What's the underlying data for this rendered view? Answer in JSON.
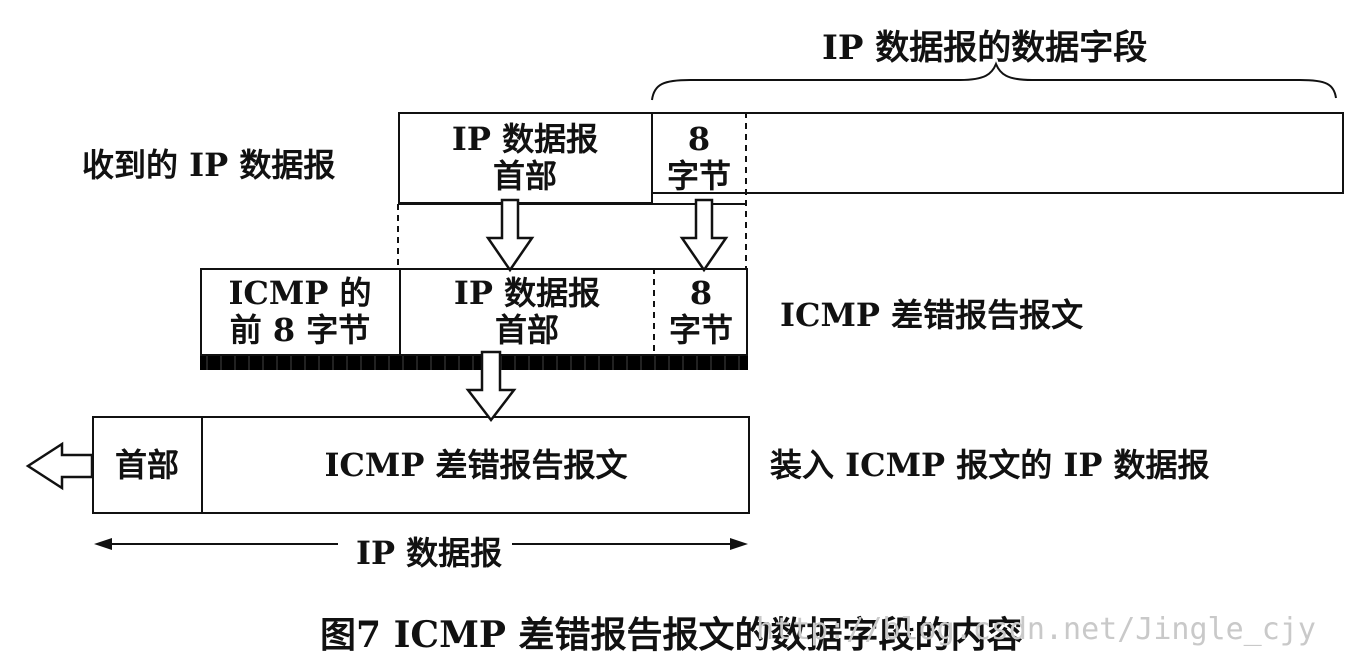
{
  "top_brace_label": "IP 数据报的数据字段",
  "row1": {
    "label": "收到的 IP 数据报",
    "header_line1": "IP 数据报",
    "header_line2": "首部",
    "eight_line1": "8",
    "eight_line2": "字节"
  },
  "row2": {
    "icmp_line1": "ICMP 的",
    "icmp_line2": "前 8 字节",
    "header_line1": "IP 数据报",
    "header_line2": "首部",
    "eight_line1": "8",
    "eight_line2": "字节",
    "label": "ICMP 差错报告报文"
  },
  "row3": {
    "header": "首部",
    "body": "ICMP 差错报告报文",
    "label": "装入 ICMP 报文的 IP 数据报"
  },
  "span_label": "IP 数据报",
  "caption": "图7  ICMP 差错报告报文的数据字段的内容",
  "watermark": "http://blog.csdn.net/Jingle_cjy",
  "colors": {
    "ink": "#111111",
    "shadow": "#000000",
    "watermark": "#c9c9c9"
  }
}
